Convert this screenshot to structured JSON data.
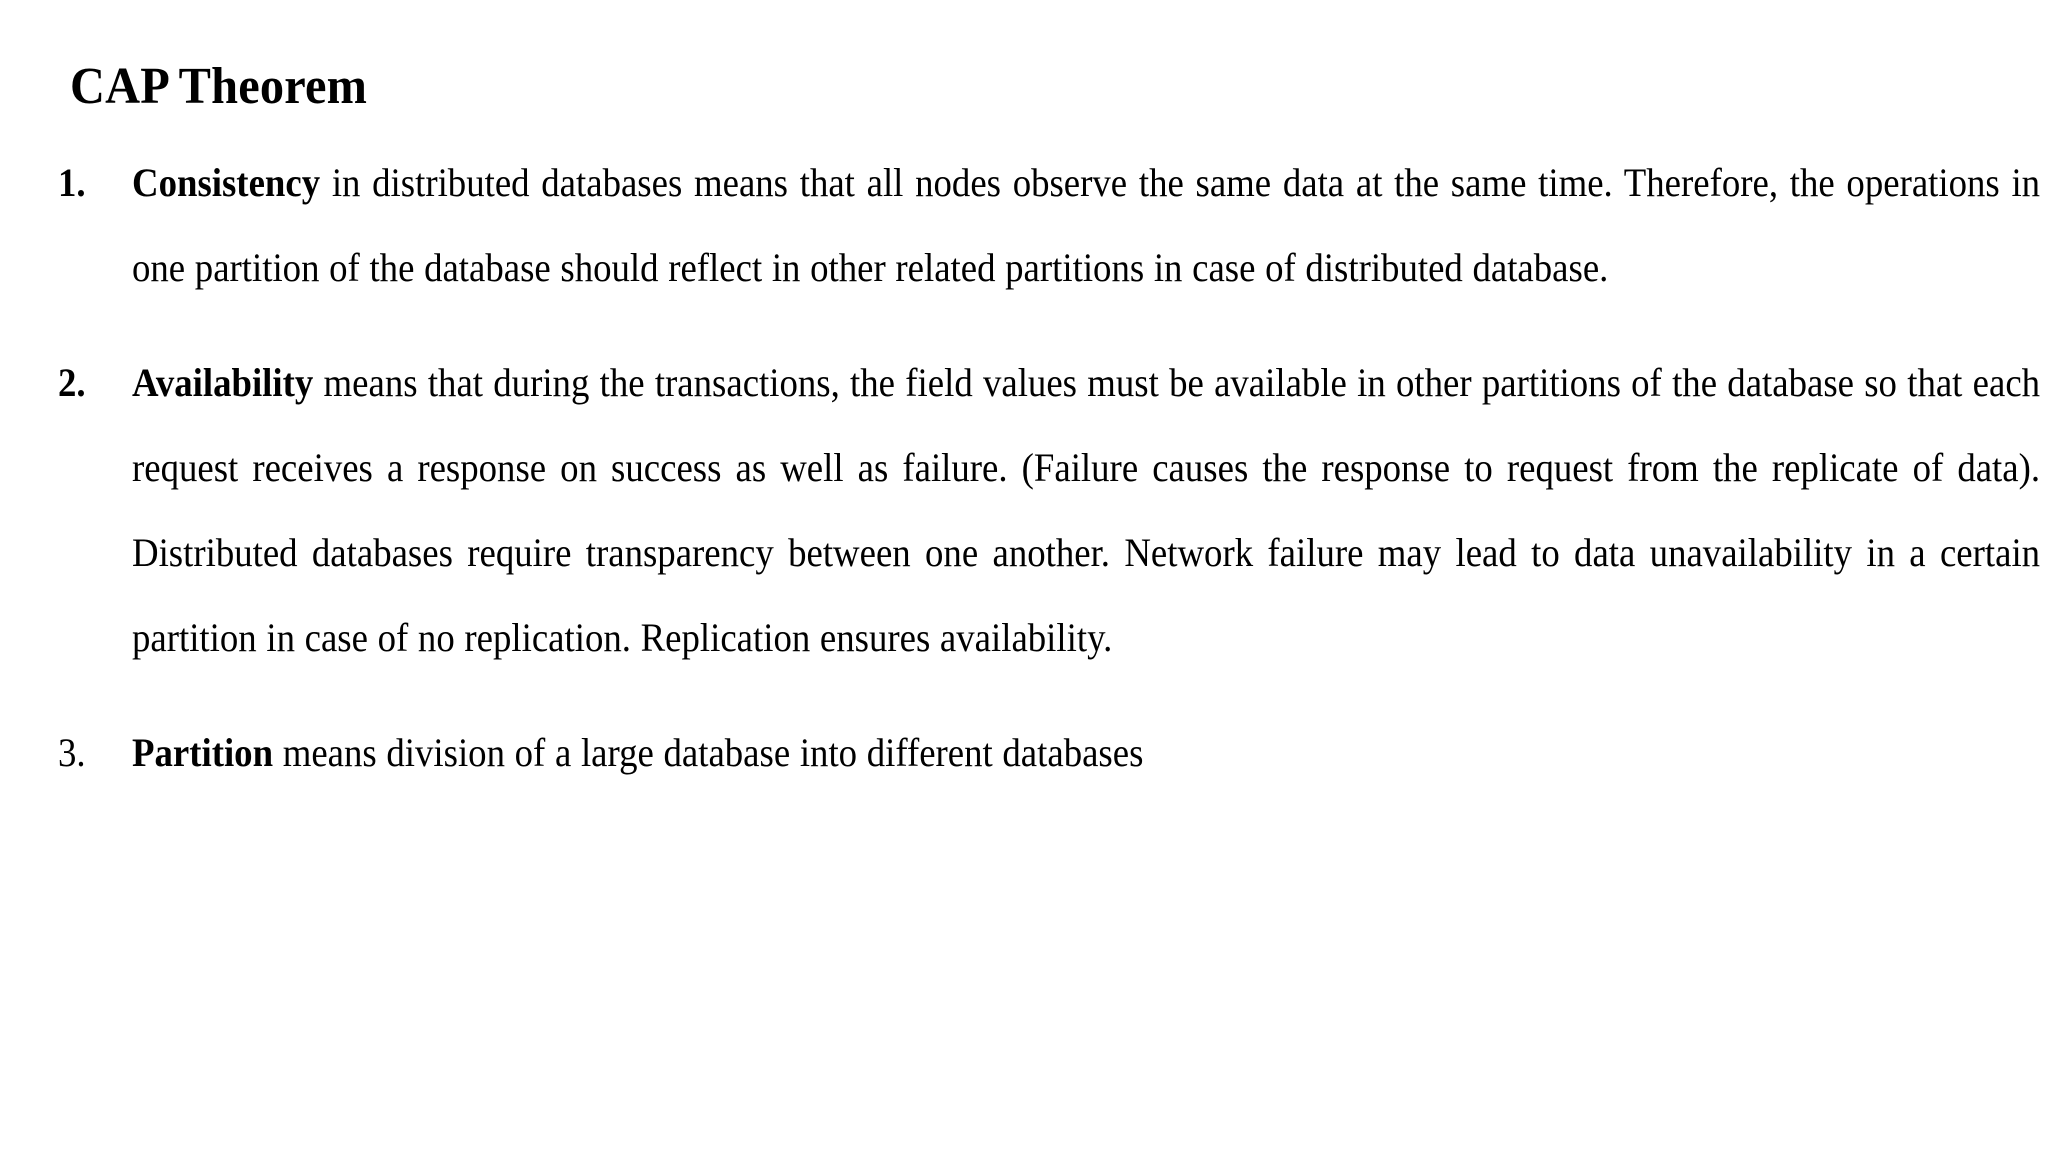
{
  "slide": {
    "title": "CAP Theorem",
    "background_color": "#ffffff",
    "text_color": "#000000"
  },
  "list": {
    "items": [
      {
        "marker": "1.",
        "marker_bold": true,
        "lead_term": "Consistency",
        "body": " in distributed databases means that all nodes observe the same data at the same time. Therefore, the operations in one partition of the database should reflect in other related partitions in case of distributed database.",
        "justified": true
      },
      {
        "marker": "2.",
        "marker_bold": true,
        "lead_term": "Availability",
        "body": " means that during the transactions, the field values must be available in other partitions of the database so that each request receives a response on success as well as failure. (Failure causes the response to request from the replicate of data). Distributed databases require transparency between one another. Network failure may lead to data unavailability in a certain partition in case of no replication. Replication ensures availability.",
        "justified": true
      },
      {
        "marker": "3.",
        "marker_bold": false,
        "lead_term": "Partition",
        "body": " means division of a large database into different databases",
        "justified": false
      }
    ]
  }
}
